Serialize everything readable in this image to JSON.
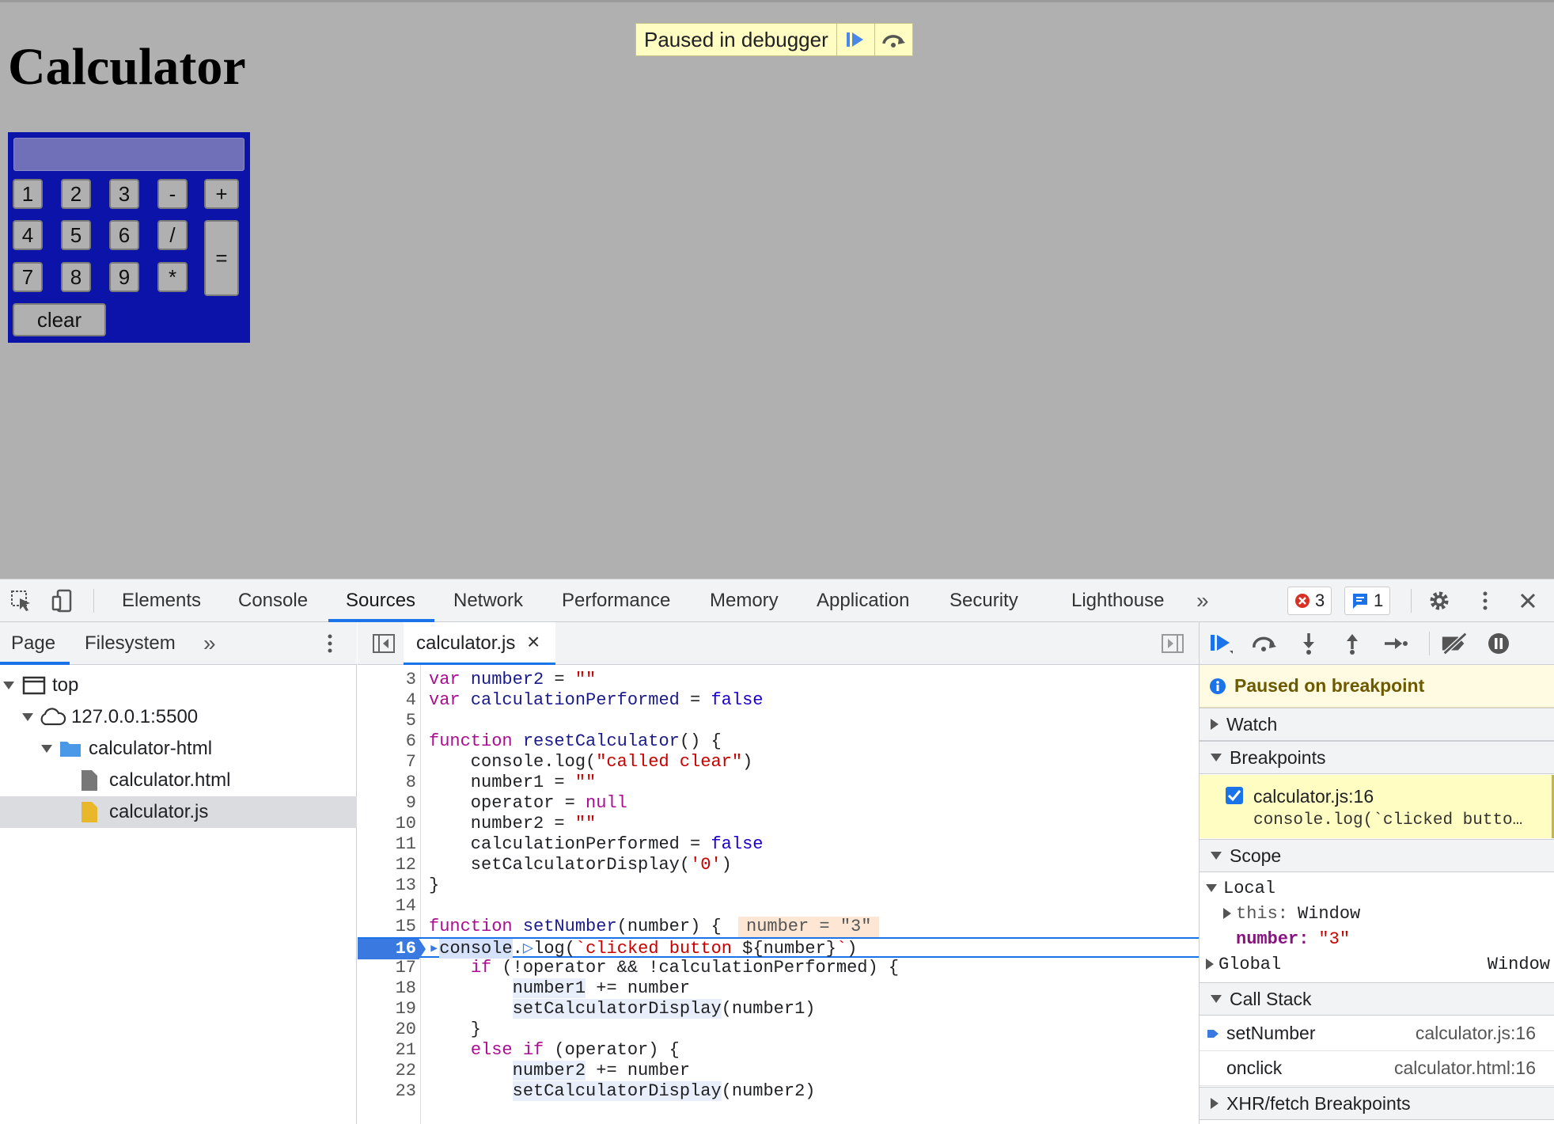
{
  "page": {
    "title": "Calculator",
    "paused_banner": "Paused in debugger",
    "calculator": {
      "buttons": [
        "1",
        "2",
        "3",
        "-",
        "+",
        "4",
        "5",
        "6",
        "/",
        "=",
        "7",
        "8",
        "9",
        "*"
      ],
      "clear_label": "clear"
    }
  },
  "devtools": {
    "main_tabs": [
      "Elements",
      "Console",
      "Sources",
      "Network",
      "Performance",
      "Memory",
      "Application",
      "Security",
      "Lighthouse"
    ],
    "active_tab": "Sources",
    "error_count": "3",
    "message_count": "1",
    "navigator": {
      "tabs": [
        "Page",
        "Filesystem"
      ],
      "tree": [
        {
          "label": "top"
        },
        {
          "label": "127.0.0.1:5500"
        },
        {
          "label": "calculator-html"
        },
        {
          "label": "calculator.html"
        },
        {
          "label": "calculator.js"
        }
      ]
    },
    "editor": {
      "open_file": "calculator.js",
      "close_glyph": "×",
      "line_numbers": [
        "3",
        "4",
        "5",
        "6",
        "7",
        "8",
        "9",
        "10",
        "11",
        "12",
        "13",
        "14",
        "15",
        "16",
        "17",
        "18",
        "19",
        "20",
        "21",
        "22",
        "23"
      ],
      "inline_value": "number = \"3\"",
      "current_line": "16"
    },
    "debugger": {
      "paused_message": "Paused on breakpoint",
      "sections": {
        "watch": "Watch",
        "breakpoints": "Breakpoints",
        "scope": "Scope",
        "call_stack": "Call Stack",
        "xhr": "XHR/fetch Breakpoints"
      },
      "breakpoint": {
        "location": "calculator.js:16",
        "snippet": "console.log(`clicked butto…"
      },
      "scope": {
        "local_label": "Local",
        "this_key": "this:",
        "this_val": "Window",
        "number_key": "number:",
        "number_val": "\"3\"",
        "global_label": "Global",
        "global_val": "Window"
      },
      "call_stack": [
        {
          "fn": "setNumber",
          "loc": "calculator.js:16"
        },
        {
          "fn": "onclick",
          "loc": "calculator.html:16"
        }
      ]
    },
    "colors": {
      "accent": "#1a73e8",
      "calc_bg": "#0b13a8",
      "paused_bg": "#fffdc2"
    }
  }
}
